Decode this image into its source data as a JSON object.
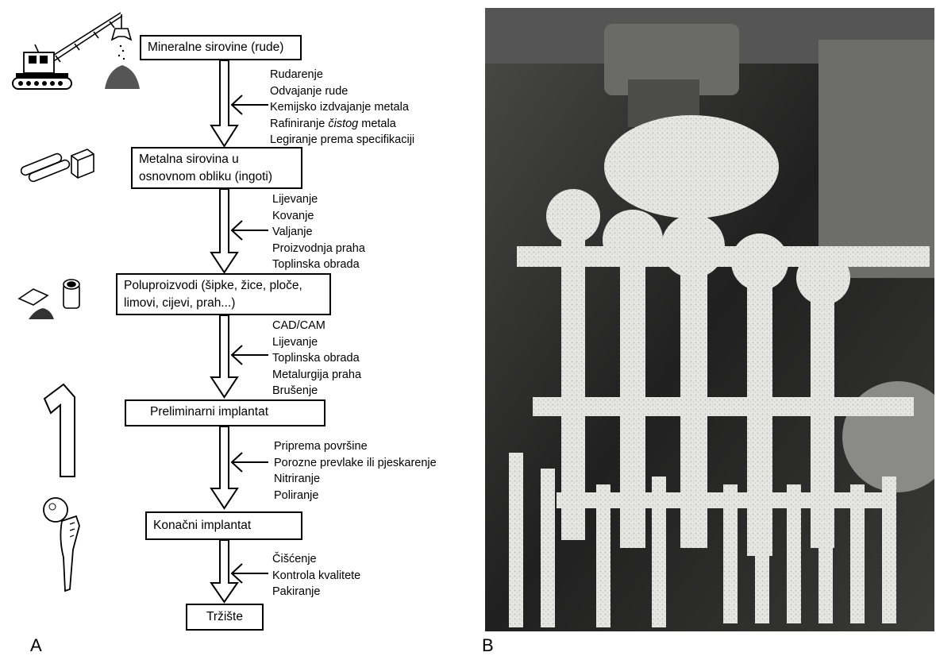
{
  "panel_a": {
    "label": "A",
    "stages": [
      {
        "lines": [
          "Mineralne sirovine (rude)"
        ],
        "icon": "crane-excavator-icon"
      },
      {
        "lines": [
          "Metalna sirovina u",
          "osnovnom obliku (ingoti)"
        ],
        "icon": "ingots-icon"
      },
      {
        "lines": [
          "Poluproizvodi (šipke, žice, ploče,",
          "limovi, cijevi, prah...)"
        ],
        "icon": "semi-products-icon"
      },
      {
        "lines": [
          "Preliminarni implantat"
        ],
        "icon": "implant-blank-icon"
      },
      {
        "lines": [
          "Konačni implantat"
        ],
        "icon": "hip-implant-icon"
      },
      {
        "lines": [
          "Tržište"
        ],
        "icon": ""
      }
    ],
    "steps": [
      {
        "items": [
          "Rudarenje",
          "Odvajanje rude",
          "Kemijsko izdvajanje metala"
        ],
        "item4_prefix": "Rafiniranje ",
        "item4_italic": "čistog",
        "item4_suffix": " metala",
        "item5": "Legiranje prema specifikaciji"
      },
      {
        "items": [
          "Lijevanje",
          "Kovanje",
          "Valjanje",
          "Proizvodnja praha",
          "Toplinska obrada"
        ]
      },
      {
        "items": [
          "CAD/CAM",
          "Lijevanje",
          "Toplinska obrada",
          "Metalurgija praha",
          "Brušenje"
        ]
      },
      {
        "items": [
          "Priprema površine",
          "Porozne prevlake ili pjeskarenje",
          "Nitriranje",
          "Poliranje"
        ]
      },
      {
        "items": [
          "Čišćenje",
          "Kontrola kvalitete",
          "Pakiranje"
        ]
      }
    ]
  },
  "panel_b": {
    "label": "B",
    "photo": "coated-hip-implant-stems-photo"
  },
  "colors": {
    "line": "#000000",
    "photo_bg": "#1d1d1d",
    "coating": "#e4e4e0"
  }
}
